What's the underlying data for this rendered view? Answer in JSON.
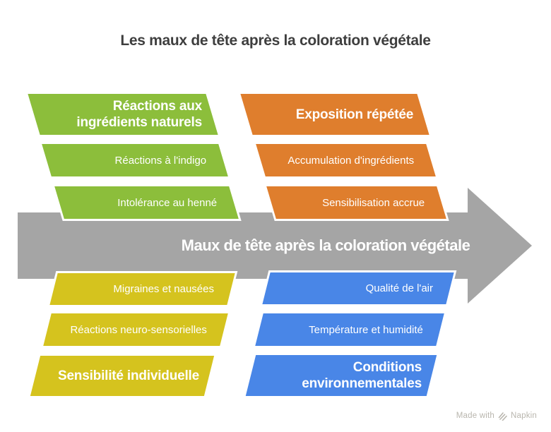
{
  "title": "Les maux de tête après la coloration végétale",
  "arrow": {
    "label": "Maux de tête après la coloration végétale",
    "color": "#A5A5A5"
  },
  "branches": {
    "top_left": {
      "color": "#8CBE3B",
      "color_name": "green",
      "header": "Réactions aux ingrédients naturels",
      "items": [
        "Réactions à l'indigo",
        "Intolérance au henné"
      ]
    },
    "top_right": {
      "color": "#DF7E2D",
      "color_name": "orange",
      "header": "Exposition répétée",
      "items": [
        "Accumulation d'ingrédients",
        "Sensibilisation accrue"
      ]
    },
    "bottom_left": {
      "color": "#D5C31E",
      "color_name": "yellow",
      "header": "Sensibilité individuelle",
      "items": [
        "Migraines et nausées",
        "Réactions neuro-sensorielles"
      ]
    },
    "bottom_right": {
      "color": "#4986E7",
      "color_name": "blue",
      "header": "Conditions environnementales",
      "items": [
        "Qualité de l'air",
        "Température et humidité"
      ]
    }
  },
  "text_colors": {
    "title_text": "#3E3E3E",
    "block_label_text": "#FFFFFF",
    "footer_text": "#B9B6AE"
  },
  "footer": {
    "made_with": "Made with",
    "brand": "Napkin",
    "logo": "napkin-logo-icon"
  }
}
